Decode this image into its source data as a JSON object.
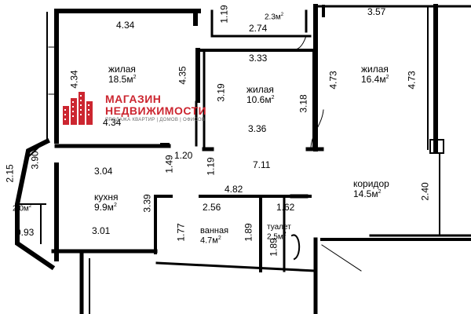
{
  "rooms": [
    {
      "label": "жилая",
      "area": "18.5м",
      "sup": "2"
    },
    {
      "label": "жилая",
      "area": "10.6м",
      "sup": "2"
    },
    {
      "label": "жилая",
      "area": "16.4м",
      "sup": "2"
    },
    {
      "label": "коридор",
      "area": "14.5м",
      "sup": "2"
    },
    {
      "label": "кухня",
      "area": "9.9м",
      "sup": "2"
    },
    {
      "label": "ванная",
      "area": "4.7м",
      "sup": "2"
    },
    {
      "label": "туалет",
      "area": "2.5м",
      "sup": "2"
    }
  ],
  "small_areas": [
    {
      "area": "2.3м",
      "sup": "2"
    },
    {
      "area": "2.0м",
      "sup": "2"
    }
  ],
  "dimensions": [
    "4.34",
    "4.35",
    "4.34",
    "4.34",
    "1.19",
    "2.74",
    "3.33",
    "3.57",
    "3.19",
    "3.18",
    "4.73",
    "4.73",
    "3.36",
    "1.20",
    "1.49",
    "1.19",
    "7.11",
    "3.04",
    "3.90",
    "2.15",
    "4.82",
    "3.39",
    "2.56",
    "1.62",
    "2.40",
    "1.77",
    "1.89",
    "1.89",
    "3.01",
    "0.93"
  ],
  "logo": {
    "line1": "МАГАЗИН",
    "line2": "НЕДВИЖИМОСТИ",
    "tagline": "ПРОДАЖА КВАРТИР | ДОМОВ | ОФИСОВ",
    "color": "#cc2630"
  }
}
